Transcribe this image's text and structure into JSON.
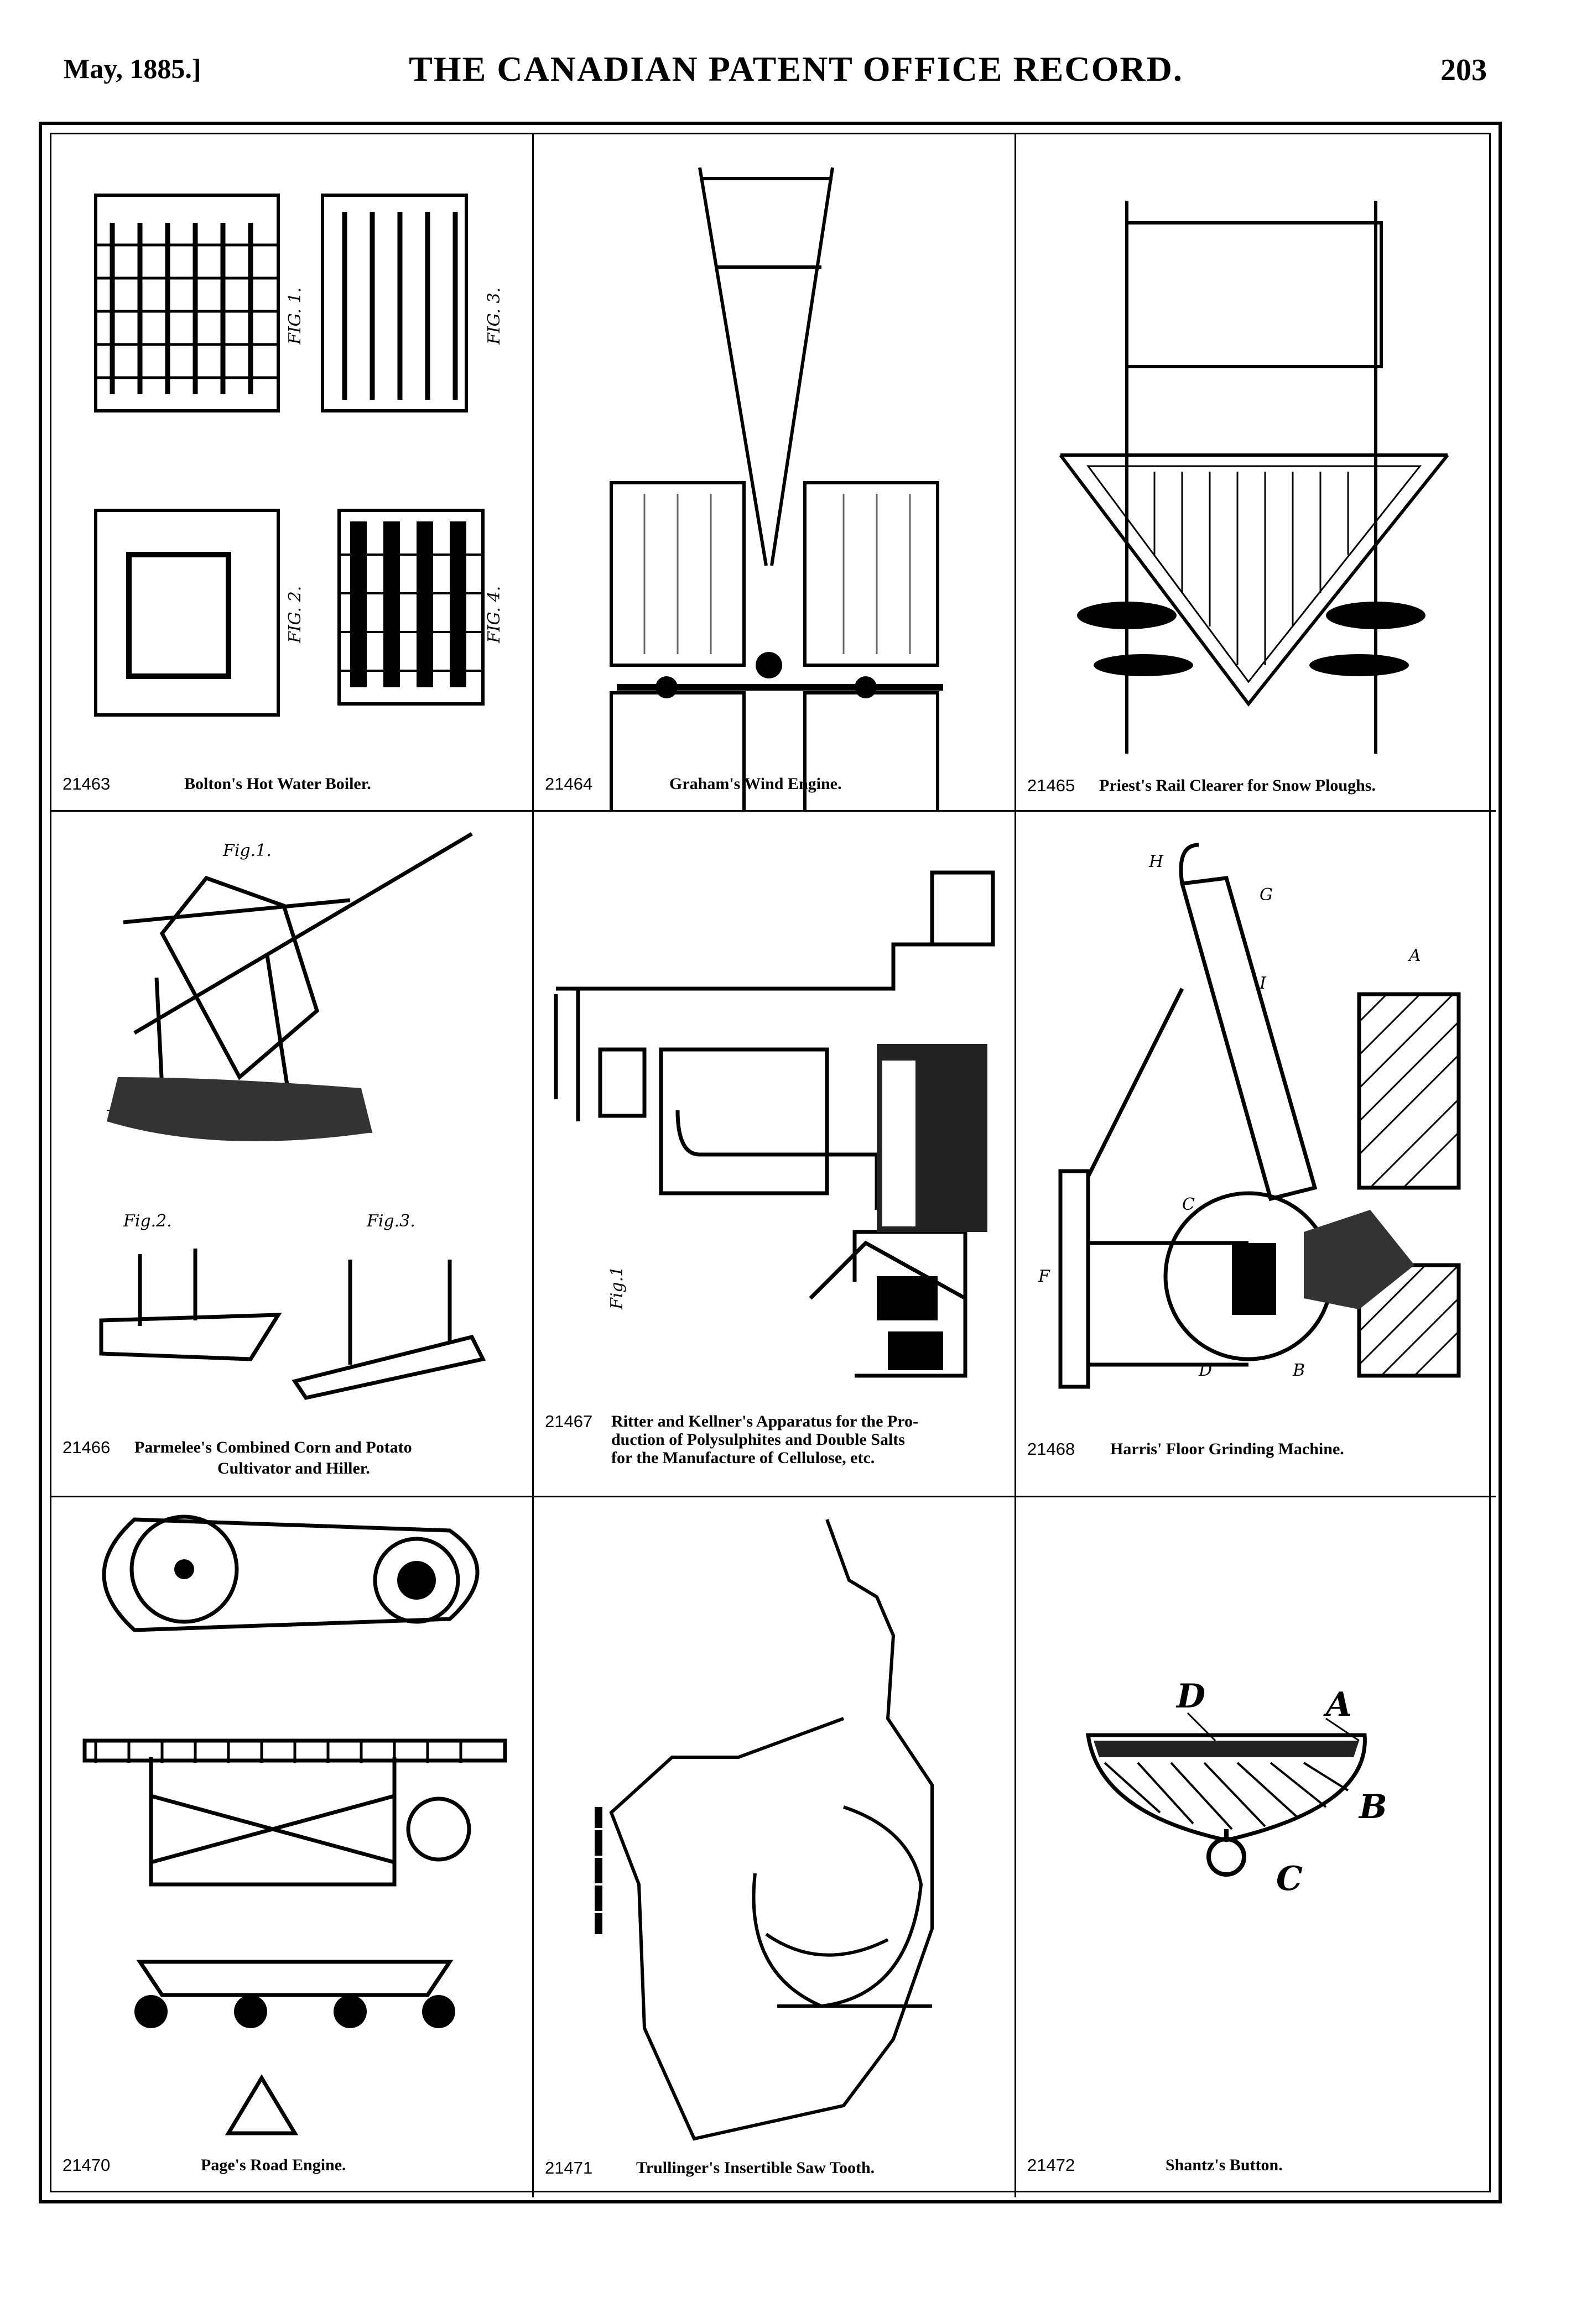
{
  "header": {
    "date": "May, 1885.]",
    "title": "THE CANADIAN PATENT OFFICE RECORD.",
    "page": "203"
  },
  "patents": [
    {
      "number": "21463",
      "title": "Bolton's Hot Water Boiler.",
      "figs": [
        "FIG. 1.",
        "FIG. 2.",
        "FIG. 3.",
        "FIG. 4."
      ]
    },
    {
      "number": "21464",
      "title": "Graham's Wind Engine."
    },
    {
      "number": "21465",
      "title": "Priest's Rail Clearer for Snow Ploughs."
    },
    {
      "number": "21466",
      "title_line1": "Parmelee's Combined Corn and Potato",
      "title_line2": "Cultivator and Hiller.",
      "figs": [
        "Fig.1.",
        "Fig.2.",
        "Fig.3."
      ]
    },
    {
      "number": "21467",
      "title_line1": "Ritter and Kellner's Apparatus for the Pro-",
      "title_line2": "duction of Polysulphites and Double Salts",
      "title_line3": "for the Manufacture of Cellulose, etc.",
      "figs": [
        "Fig.1"
      ]
    },
    {
      "number": "21468",
      "title": "Harris' Floor Grinding Machine.",
      "letters": [
        "H",
        "G",
        "A",
        "I",
        "C",
        "F",
        "D",
        "B"
      ]
    },
    {
      "number": "21470",
      "title": "Page's Road Engine."
    },
    {
      "number": "21471",
      "title": "Trullinger's Insertible Saw Tooth."
    },
    {
      "number": "21472",
      "title": "Shantz's Button.",
      "letters": [
        "D",
        "A",
        "B",
        "C"
      ]
    }
  ]
}
